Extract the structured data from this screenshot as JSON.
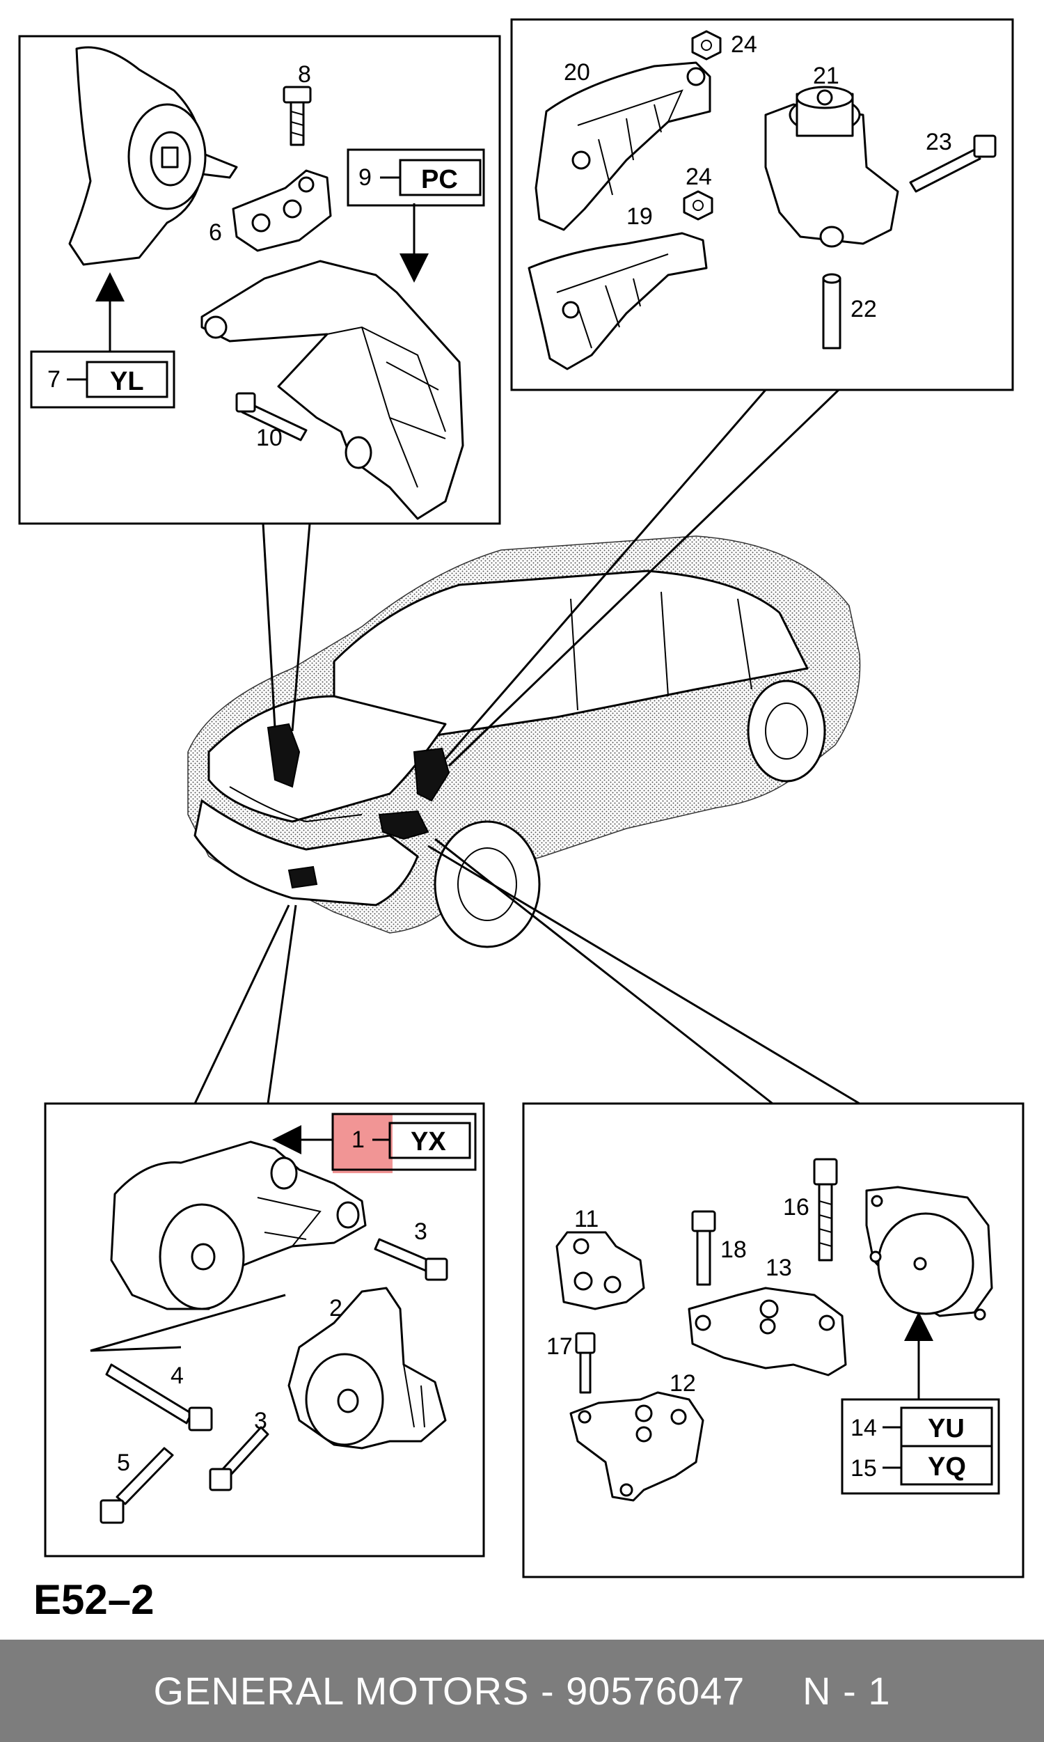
{
  "diagram_code": "E52–2",
  "footer": {
    "brand": "GENERAL MOTORS",
    "separator": " - ",
    "part_number": "90576047",
    "position": "N - 1"
  },
  "top_left_panel": {
    "callouts": [
      "8",
      "6",
      "9",
      "7",
      "10"
    ],
    "codes": {
      "item_9": "PC",
      "item_7": "YL"
    },
    "code_labels": {
      "item_9": "9",
      "item_7": "7"
    }
  },
  "top_right_panel": {
    "callouts": [
      "20",
      "24",
      "21",
      "23",
      "24",
      "19",
      "22"
    ]
  },
  "bottom_left_panel": {
    "callouts": [
      "3",
      "2",
      "4",
      "3",
      "5"
    ],
    "codes": {
      "item_1": "YX"
    },
    "code_labels": {
      "item_1": "1"
    },
    "highlight_color": "#f08a8a"
  },
  "bottom_right_panel": {
    "callouts": [
      "11",
      "16",
      "18",
      "13",
      "17",
      "12"
    ],
    "codes": {
      "item_14": "YU",
      "item_15": "YQ"
    },
    "code_labels": {
      "item_14": "14",
      "item_15": "15"
    }
  },
  "colors": {
    "footer_bg": "#7d7d7d",
    "highlight": "#f08a8a"
  }
}
